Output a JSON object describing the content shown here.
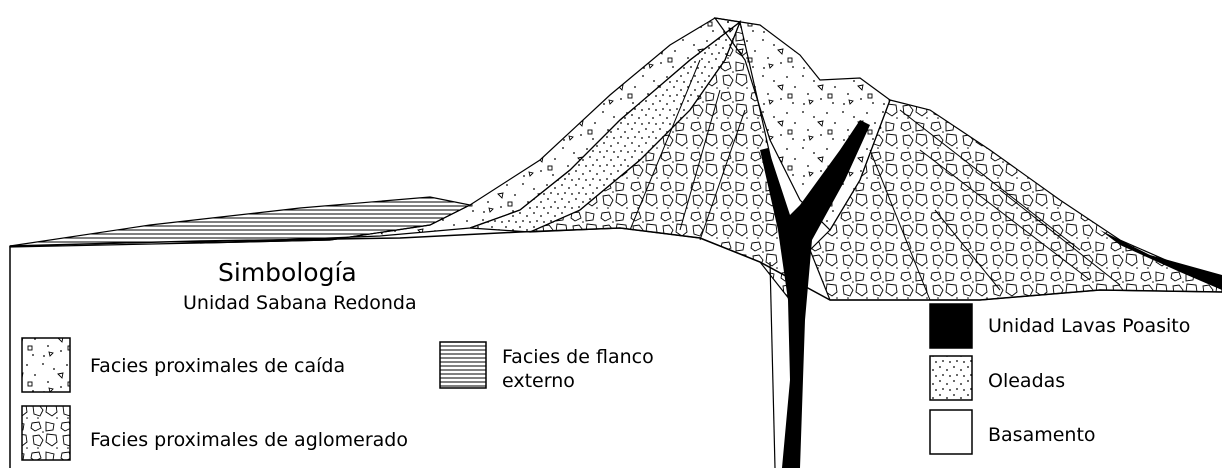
{
  "legend_title": "Simbología",
  "legend_subtitle": "Unidad Sabana Redonda",
  "legend_left": [
    {
      "key": "caida",
      "pattern": "dots-triangles",
      "label": "Facies proximales de caída"
    },
    {
      "key": "aglomerado",
      "pattern": "blocks",
      "label": "Facies proximales de aglomerado"
    }
  ],
  "legend_middle": {
    "key": "flanco",
    "pattern": "horizontal-lines",
    "line1": "Facies de flanco",
    "line2": "externo"
  },
  "legend_right": [
    {
      "key": "lavas",
      "pattern": "solid-black",
      "label": "Unidad Lavas Poasito"
    },
    {
      "key": "oleadas",
      "pattern": "dots-dense",
      "label": "Oleadas"
    },
    {
      "key": "basamento",
      "pattern": "blank",
      "label": "Basamento"
    }
  ],
  "colors": {
    "ink": "#000000",
    "paper": "#ffffff"
  }
}
